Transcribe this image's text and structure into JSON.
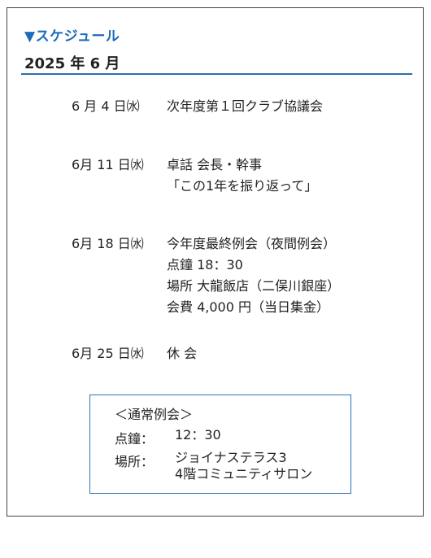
{
  "section_title": "▼スケジュール",
  "month_heading": "2025 年 6 月",
  "entries": [
    {
      "date": "6 月  4 日㈬",
      "lines": [
        "次年度第１回クラブ協議会"
      ]
    },
    {
      "date": "6月 11 日㈬",
      "lines": [
        "卓話  会長・幹事",
        "「この1年を振り返って」"
      ]
    },
    {
      "date": "6月 18 日㈬",
      "lines": [
        "今年度最終例会（夜間例会）",
        "点鐘  18：30",
        "場所  大龍飯店（二俣川銀座）",
        "会費  4,000 円（当日集金）"
      ]
    },
    {
      "date": "6月 25 日㈬",
      "lines": [
        "休    会"
      ]
    }
  ],
  "regular_meeting": {
    "title": "＜通常例会＞",
    "time_label": "点鐘：",
    "time_value": "12：30",
    "place_label": "場所：",
    "place_line1": "ジョイナステラス3",
    "place_line2": "4階コミュニティサロン"
  },
  "colors": {
    "accent": "#1e6bb8",
    "rule": "#2a6fb1",
    "box_border": "#2e73b6"
  }
}
